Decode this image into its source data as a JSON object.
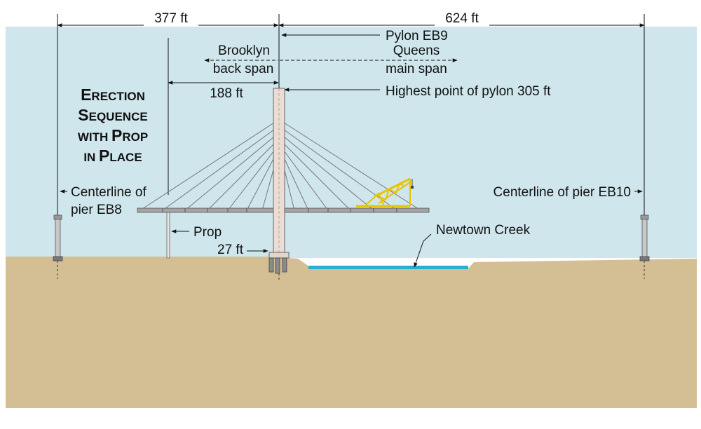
{
  "title": {
    "lines": [
      {
        "big1": "E",
        "rest1": "RECTION"
      },
      {
        "big1": "S",
        "rest1": "EQUENCE"
      },
      {
        "big1": "",
        "rest1": "WITH",
        "big2": "P",
        "rest2": "ROP"
      },
      {
        "big1": "",
        "rest1": "IN",
        "big2": "P",
        "rest2": "LACE"
      }
    ]
  },
  "dimensions": {
    "left_span": "377 ft",
    "right_span": "624 ft",
    "back_span_length": "188 ft",
    "footing_width": "27 ft"
  },
  "labels": {
    "pylon": "Pylon EB9",
    "brooklyn": "Brooklyn",
    "back_span": "back span",
    "queens": "Queens",
    "main_span": "main span",
    "highest_point": "Highest point of pylon 305 ft",
    "centerline_eb8_line1": "Centerline of",
    "centerline_eb8_line2": "pier EB8",
    "centerline_eb10": "Centerline of pier EB10",
    "prop": "Prop",
    "newtown_creek": "Newtown Creek"
  },
  "colors": {
    "sky": "#cfe6ec",
    "ground": "#d4bf94",
    "water": "#2aaed2",
    "crane": "#f2d213",
    "deck": "#a4a4a4",
    "pylon": "#ecdcd4"
  }
}
